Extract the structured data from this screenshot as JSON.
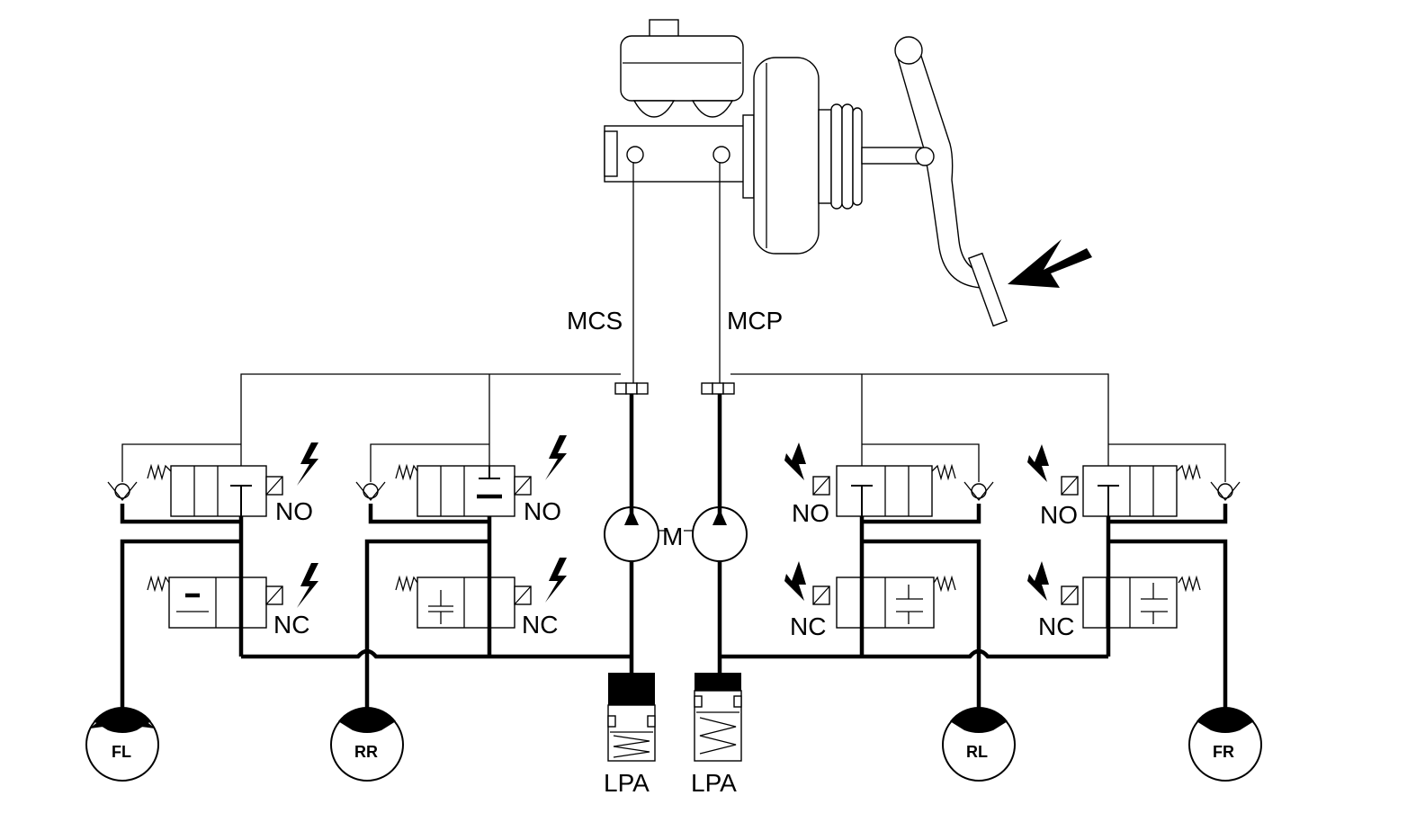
{
  "labels": {
    "mcs": "MCS",
    "mcp": "MCP",
    "motor": "M",
    "lpa_left": "LPA",
    "lpa_right": "LPA"
  },
  "valves": {
    "fl_inlet": "NO",
    "fl_outlet": "NC",
    "rr_inlet": "NO",
    "rr_outlet": "NC",
    "rl_inlet": "NO",
    "rl_outlet": "NC",
    "fr_inlet": "NO",
    "fr_outlet": "NC"
  },
  "wheels": {
    "fl": "FL",
    "rr": "RR",
    "rl": "RL",
    "fr": "FR"
  }
}
